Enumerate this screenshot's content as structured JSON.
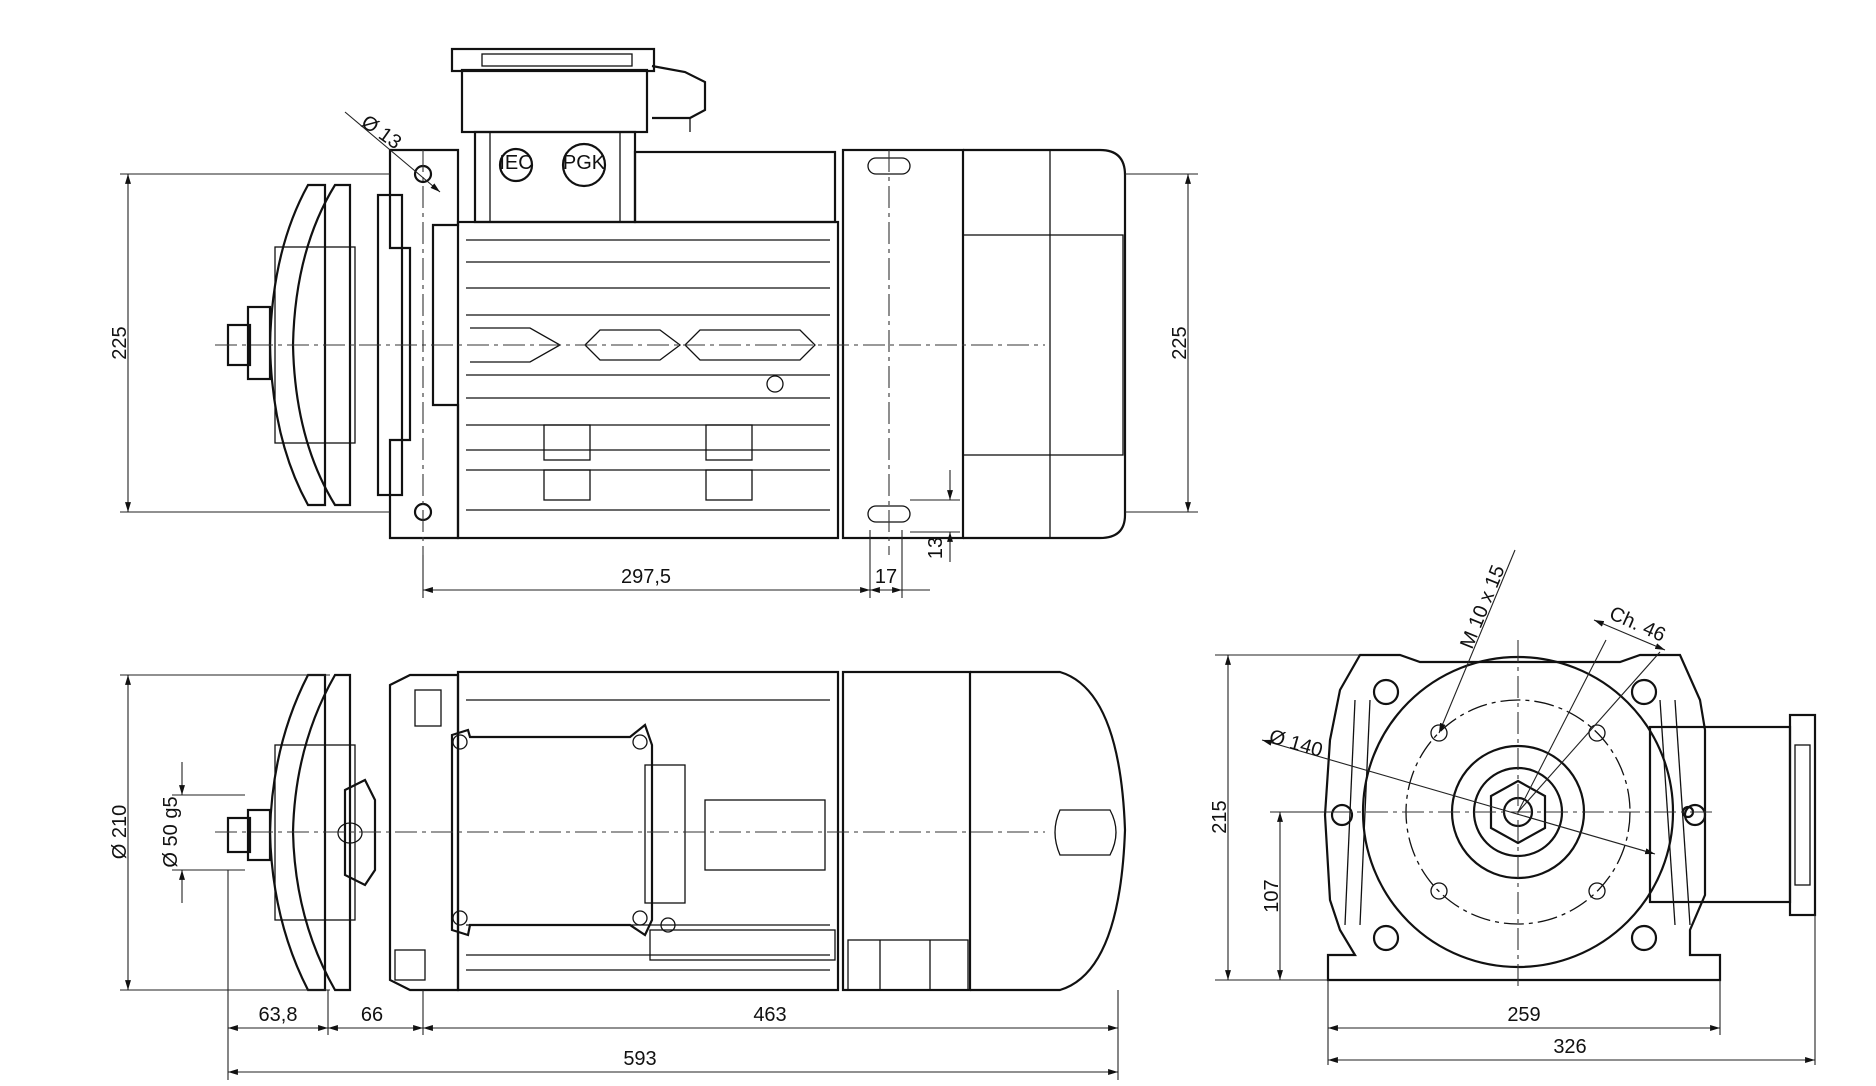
{
  "labels": {
    "top_hole": "Ø 13",
    "top_height_left": "225",
    "top_height_right": "225",
    "top_foot": "13",
    "top_length_a": "297,5",
    "top_length_b": "17",
    "side_pulley_dia": "Ø 210",
    "side_shaft_dia": "Ø 50 g5",
    "side_len_a": "63,8",
    "side_len_b": "66",
    "side_len_c": "463",
    "side_total": "593",
    "end_thread": "M 10 x 15",
    "end_chamfer": "Ch. 46",
    "end_pcd": "Ø 140",
    "end_height": "215",
    "end_axis_height": "107",
    "end_foot_width": "259",
    "end_total_width": "326"
  },
  "plates": {
    "plate_a": "IEC",
    "plate_b": "PGK"
  }
}
